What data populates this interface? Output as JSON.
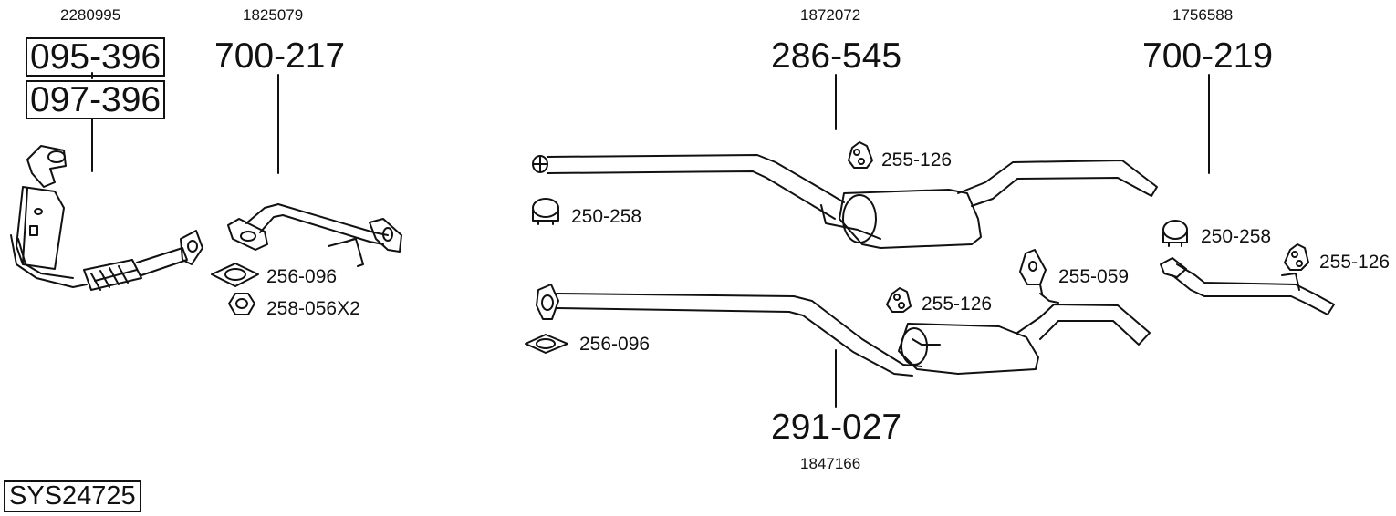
{
  "catalytic_converter": {
    "oem": "2280995",
    "part_a": "095-396",
    "part_b": "097-396"
  },
  "front_pipe": {
    "oem": "1825079",
    "part": "700-217",
    "gasket": "256-096",
    "nut": "258-056X2"
  },
  "center_silencer_upper": {
    "oem": "1872072",
    "part": "286-545",
    "clamp": "250-258",
    "hanger": "255-126"
  },
  "center_silencer_lower": {
    "oem": "1847166",
    "part": "291-027",
    "gasket": "256-096",
    "hanger_a": "255-126",
    "hanger_b": "255-059"
  },
  "tail_pipe": {
    "oem": "1756588",
    "part": "700-219",
    "clamp": "250-258",
    "hanger": "255-126"
  },
  "system_code": "SYS24725"
}
